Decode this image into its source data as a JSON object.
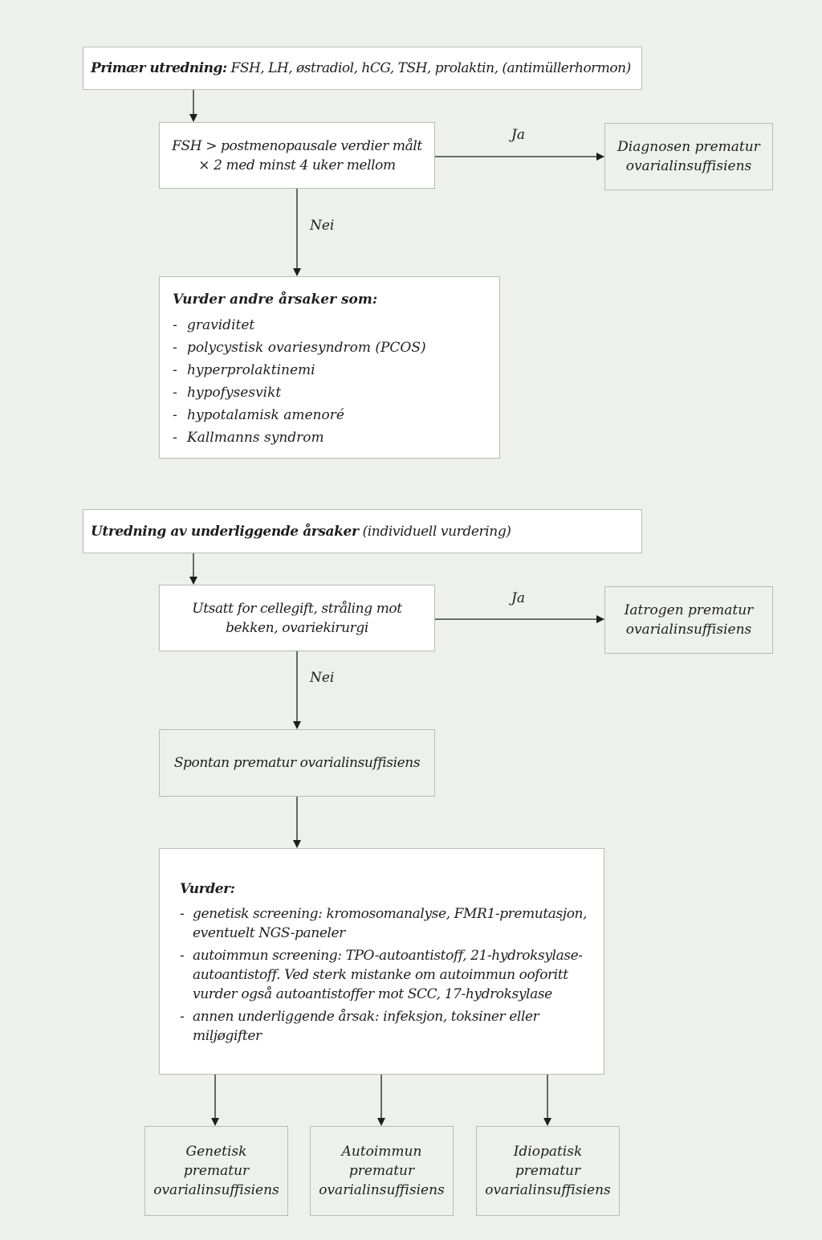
{
  "primary": {
    "label": "Primær utredning:",
    "text": "FSH, LH, østradiol, hCG, TSH, prolaktin, (antimüllerhormon)"
  },
  "fsh_question": {
    "line1": "FSH > postmenopausale verdier målt",
    "line2": "× 2 med minst 4 uker mellom"
  },
  "diagnosis": {
    "line1": "Diagnosen prematur",
    "line2": "ovarialinsuffisiens"
  },
  "edge_yes_1": "Ja",
  "edge_no_1": "Nei",
  "other_causes": {
    "heading": "Vurder andre årsaker som:",
    "items": [
      "graviditet",
      "polycystisk ovariesyndrom (PCOS)",
      "hyperprolaktinemi",
      "hypofysesvikt",
      "hypotalamisk amenoré",
      "Kallmanns syndrom"
    ]
  },
  "underlying": {
    "label": "Utredning av underliggende årsaker",
    "text": "(individuell vurdering)"
  },
  "exposure_question": {
    "line1": "Utsatt for cellegift, stråling mot",
    "line2": "bekken, ovariekirurgi"
  },
  "iatrogenic": {
    "line1": "Iatrogen prematur",
    "line2": "ovarialinsuffisiens"
  },
  "edge_yes_2": "Ja",
  "edge_no_2": "Nei",
  "spontaneous": "Spontan prematur ovarialinsuffisiens",
  "consider": {
    "heading": "Vurder:",
    "items": [
      {
        "line1": "genetisk screening: kromosomanalyse, FMR1-premutasjon,",
        "line2": "eventuelt NGS-paneler"
      },
      {
        "line1": "autoimmun screening: TPO-autoantistoff, 21-hydroksylase-",
        "line2": "autoantistoff. Ved sterk mistanke om autoimmun ooforitt",
        "line3": "vurder også autoantistoffer mot SCC, 17-hydroksylase"
      },
      {
        "line1": "annen underliggende årsak: infeksjon, toksiner eller",
        "line2": "miljøgifter"
      }
    ]
  },
  "outcomes": [
    {
      "line1": "Genetisk",
      "line2": "prematur",
      "line3": "ovarialinsuffisiens"
    },
    {
      "line1": "Autoimmun",
      "line2": "prematur",
      "line3": "ovarialinsuffisiens"
    },
    {
      "line1": "Idiopatisk",
      "line2": "prematur",
      "line3": "ovarialinsuffisiens"
    }
  ]
}
